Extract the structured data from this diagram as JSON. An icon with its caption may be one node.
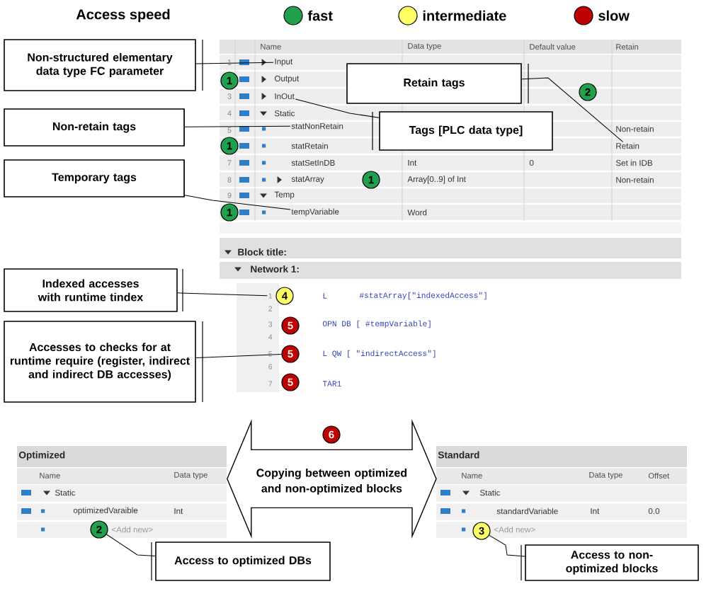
{
  "diagram": {
    "title": "Access speed",
    "nodes": [
      {
        "text": [
          "Non-structured elementary data type FC parameter"
        ]
      },
      {
        "text": [
          "Retain tags"
        ]
      },
      {
        "text": [
          "Non-retain tags"
        ]
      },
      {
        "text": [
          "Tags [PLC data type]"
        ]
      },
      {
        "text": [
          "Temporary tags"
        ]
      },
      {
        "text": [
          "Indexed accesses with runtime tindex"
        ]
      },
      {
        "text": [
          "Accesses to checks for at runtime require (register, indirect and indirect  DB accesses)"
        ]
      },
      {
        "text": [
          "Access to optimized DBs"
        ]
      },
      {
        "text": [
          "Access to non-optimized blocks"
        ]
      },
      {
        "text": [
          "1"
        ]
      },
      {
        "text": [
          "2"
        ]
      },
      {
        "text": [
          "1"
        ]
      },
      {
        "text": [
          "1"
        ]
      },
      {
        "text": [
          "1"
        ]
      },
      {
        "text": [
          "4"
        ]
      },
      {
        "text": [
          "5"
        ]
      },
      {
        "text": [
          "5"
        ]
      },
      {
        "text": [
          "5"
        ]
      },
      {
        "text": [
          "6"
        ]
      },
      {
        "text": [
          "Optimized"
        ]
      },
      {
        "text": [
          "2"
        ],
        "in": 19
      },
      {
        "text": [
          "Standard"
        ]
      },
      {
        "text": [
          "3"
        ],
        "in": 21
      },
      {
        "text": [
          "Input"
        ]
      },
      {
        "text": [
          "InOut"
        ]
      },
      {
        "text": [
          "statNonRetain"
        ]
      },
      {
        "text": [
          "Retain"
        ]
      },
      {
        "text": [
          "tempVariable"
        ]
      },
      {
        "text": [
          "1"
        ]
      }
    ],
    "edges": [
      {
        "from": 0,
        "to": 23,
        "arrow": "none"
      },
      {
        "from": 1,
        "to": 26,
        "arrow": "none"
      },
      {
        "from": 3,
        "to": 24,
        "arrow": "none"
      },
      {
        "from": 2,
        "to": 25,
        "arrow": "none"
      },
      {
        "from": 4,
        "to": 27,
        "arrow": "none"
      },
      {
        "from": 5,
        "to": 28,
        "arrow": "none"
      },
      {
        "from": 6,
        "to": 16,
        "arrow": "none"
      },
      {
        "from": 7,
        "to": 20,
        "arrow": "none"
      },
      {
        "from": 8,
        "to": 22,
        "arrow": "none"
      },
      {
        "from": 19,
        "to": 21,
        "arrow": "both",
        "label": "Copying between optimized and non-optimized blocks"
      }
    ],
    "labels": [
      "Name",
      "Data type",
      "Default value",
      "Retain",
      "1",
      "Output",
      "3",
      "4",
      "Static",
      "5",
      "Non-retain",
      "statRetain",
      "7",
      "statSetInDB",
      "Int",
      "0",
      "Set in IDB",
      "8",
      "statArray",
      "Array[0..9] of Int",
      "Non-retain",
      "9",
      "Temp",
      "Word",
      "Block title:",
      "Network 1:",
      "L",
      "#statArray[\"indexedAccess\"]",
      "2",
      "3",
      "OPN DB [ #tempVariable]",
      "4",
      "5",
      "L QW [ \"indirectAccess\"]",
      "6",
      "7",
      "TAR1",
      "Name",
      "Data type",
      "Static",
      "optimizedVaraible",
      "Int",
      "<Add new>",
      "Name",
      "Data type",
      "Offset",
      "Static",
      "standardVariable",
      "Int",
      "0.0",
      "<Add new>"
    ],
    "legend": [
      {
        "text": "fast",
        "color": "#22a04b"
      },
      {
        "text": "intermediate",
        "color": "#ffff66"
      },
      {
        "text": "slow",
        "color": "#c00000"
      }
    ]
  }
}
